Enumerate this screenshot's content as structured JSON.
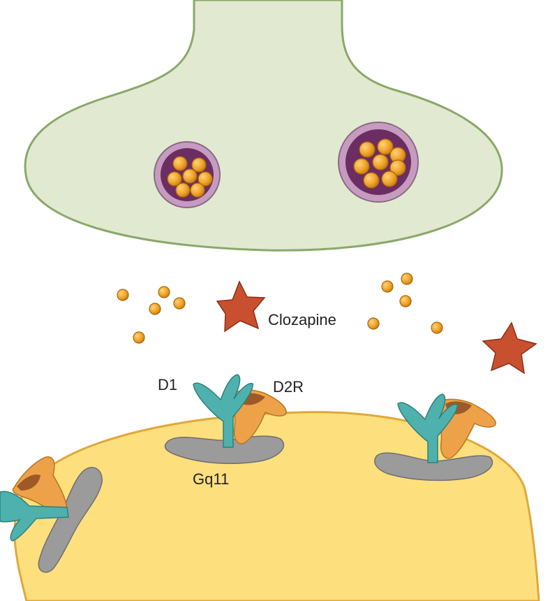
{
  "labels": {
    "d1": "D1",
    "d2r": "D2R",
    "gq11": "Gq11",
    "drug": "Clozapine"
  },
  "colors": {
    "presynaptic_fill": "#e1ead0",
    "presynaptic_stroke": "#8aa86a",
    "postsynaptic_fill": "#fddf7e",
    "postsynaptic_stroke": "#e0a83a",
    "vesicle_outer": "#c79bc0",
    "vesicle_inner": "#6b2d62",
    "neurotransmitter": "#f0a42b",
    "clozapine_star": "#c9502f",
    "d1_receptor": "#4fb1ad",
    "d2_receptor": "#eda24a",
    "gq11_protein": "#9b9b9b"
  },
  "icons": {
    "presynaptic": "presynaptic-terminal",
    "postsynaptic": "postsynaptic-membrane",
    "vesicle": "synaptic-vesicle",
    "neurotransmitter": "dopamine-molecule",
    "drug": "clozapine-star",
    "complex": "d1-d2-gq11-heteromer"
  }
}
